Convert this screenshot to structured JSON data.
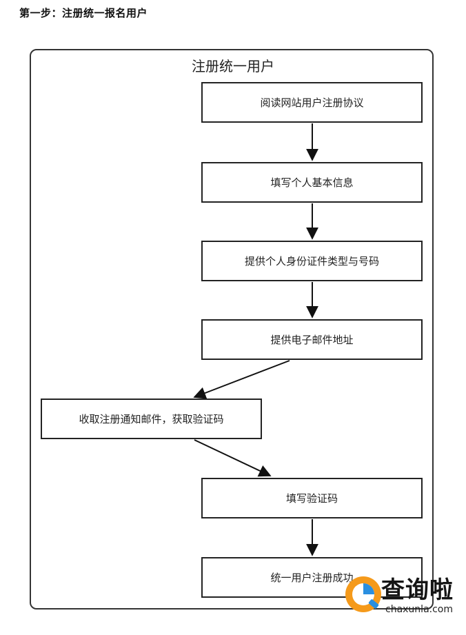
{
  "heading": "第一步：注册统一报名用户",
  "diagram": {
    "panel_title": "注册统一用户",
    "steps": [
      "阅读网站用户注册协议",
      "填写个人基本信息",
      "提供个人身份证件类型与号码",
      "提供电子邮件地址",
      "收取注册通知邮件，获取验证码",
      "填写验证码",
      "统一用户注册成功"
    ]
  },
  "watermark": {
    "text": "查询啦",
    "domain": "chaxunla.com",
    "icon": "chaxunla-logo-icon",
    "colors": {
      "orange": "#f59a1b",
      "blue": "#2a8fe0"
    }
  }
}
